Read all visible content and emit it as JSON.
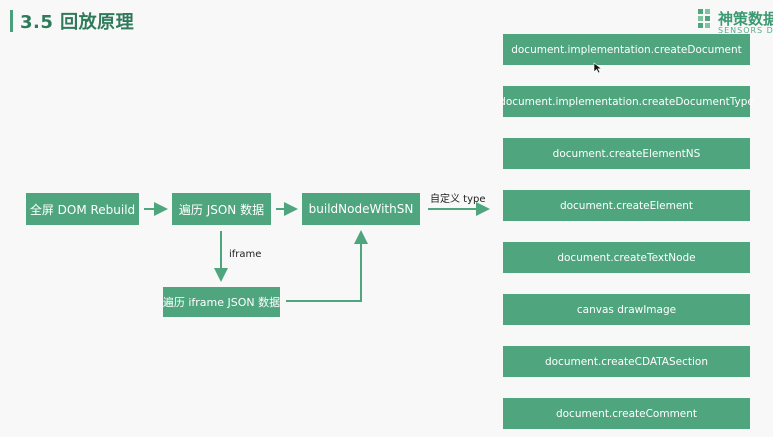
{
  "slide": {
    "title": "3.5 回放原理"
  },
  "logo": {
    "name_cn": "神策数据",
    "name_en": "SENSORS DATA"
  },
  "flow": {
    "full_rebuild": "全屏 DOM Rebuild",
    "traverse_json": "遍历 JSON 数据",
    "build_node": "buildNodeWithSN",
    "traverse_iframe_json": "遍历 iframe JSON 数据",
    "iframe_label": "iframe",
    "custom_type_label": "自定义 type"
  },
  "apis": [
    "document.implementation.createDocument",
    "document.implementation.createDocumentType",
    "document.createElementNS",
    "document.createElement",
    "document.createTextNode",
    "canvas drawImage",
    "document.createCDATASection",
    "document.createComment"
  ],
  "colors": {
    "accent": "#4ea57e",
    "title": "#2f7a5a"
  },
  "icons": {
    "cursor": "mouse-pointer-icon",
    "logo": "sensors-logo-icon"
  }
}
